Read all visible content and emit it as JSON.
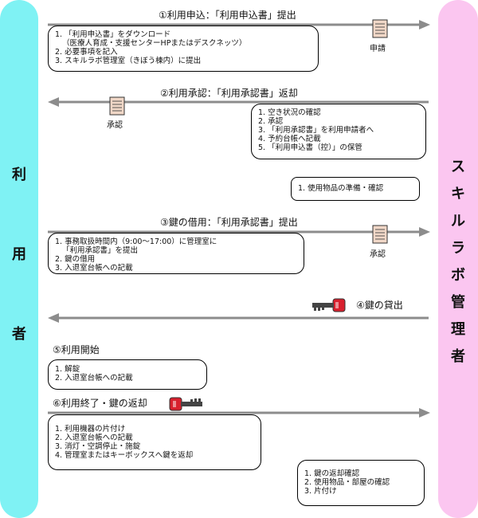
{
  "lanes": {
    "left_label": [
      "利",
      "用",
      "者"
    ],
    "right_label": [
      "ス",
      "キ",
      "ル",
      "ラ",
      "ボ",
      "管",
      "理",
      "者"
    ]
  },
  "steps": {
    "step1": {
      "title": "①利用申込：「利用申込書」提出",
      "items": [
        "1. 「利用申込書」をダウンロード",
        "   （医療人育成・支援センターHPまたはデスクネッツ）",
        "2. 必要事項を記入",
        "3. スキルラボ管理室（きぼう棟内）に提出"
      ],
      "doc_caption": "申請"
    },
    "step2": {
      "title": "②利用承認：「利用承認書」返却",
      "items": [
        "1. 空き状況の確認",
        "2. 承認",
        "3. 「利用承認書」を利用申請者へ",
        "4. 予約台帳へ記載",
        "5. 「利用申込書（控）」の保管"
      ],
      "doc_caption": "承認",
      "prep_items": [
        "1. 使用物品の準備・確認"
      ]
    },
    "step3": {
      "title": "③鍵の借用：「利用承認書」提出",
      "items": [
        "1. 事務取扱時間内（9:00〜17:00）に管理室に",
        "   「利用承認書」を提出",
        "2. 鍵の借用",
        "3. 入退室台帳への記載"
      ],
      "doc_caption": "承認"
    },
    "step4": {
      "title": "④鍵の貸出"
    },
    "step5": {
      "title": "⑤利用開始",
      "items": [
        "1. 解錠",
        "2. 入退室台帳への記載"
      ]
    },
    "step6": {
      "title": "⑥利用終了・鍵の返却",
      "items": [
        "1. 利用機器の片付け",
        "2. 入退室台帳への記載",
        "3. 消灯・空調停止・施錠",
        "4. 管理室またはキーボックスへ鍵を返却"
      ],
      "return_items": [
        "1. 鍵の返却確認",
        "2. 使用物品・部屋の確認",
        "3. 片付け"
      ]
    }
  },
  "colors": {
    "left_lane": "#7ff2f4",
    "right_lane": "#fbc6f0",
    "arrow": "#8c8c8c",
    "key": "#d8202e"
  },
  "icons": {
    "document": "document-icon",
    "key": "key-icon"
  }
}
